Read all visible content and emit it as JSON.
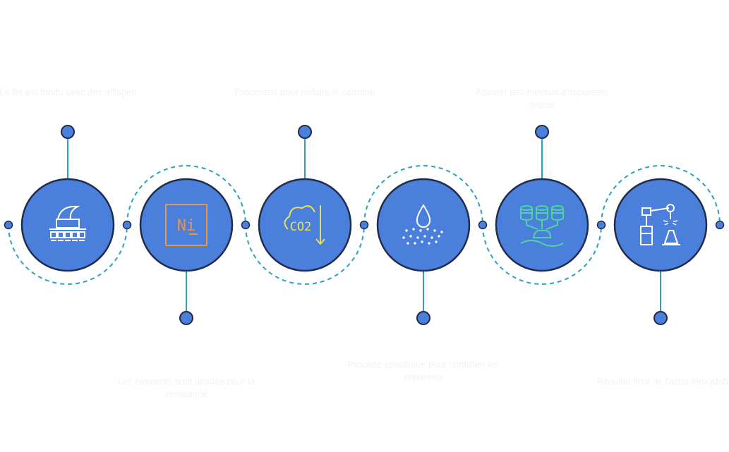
{
  "colors": {
    "circle_fill": "#4a7fdb",
    "circle_stroke": "#1f2d4a",
    "dot_fill": "#4a7fdb",
    "connector": "#2aa3b8",
    "dashed": "#2aa3b8",
    "icon_white": "#ffffff",
    "icon_orange": "#e8954a",
    "icon_yellow": "#e6e05a",
    "icon_green": "#4fd6a0"
  },
  "steps": [
    {
      "title": "Fusion de l'acier",
      "description": "Le fer est fondu avec des alliages",
      "position": "top",
      "icon": "furnace-icon"
    },
    {
      "title": "Introduction du Chrome et du Nickel",
      "description": "Les éléments sont ajoutés pour la résistance",
      "position": "bottom",
      "icon": "nickel-element-icon",
      "icon_text": "Ni"
    },
    {
      "title": "Initiation de la décarburation",
      "description": "Processus pour réduire le carbone",
      "position": "top",
      "icon": "co2-reduction-icon",
      "icon_text": "CO2"
    },
    {
      "title": "Procédé AOD",
      "description": "Procédé spécifique pour contrôler les impuretés",
      "position": "bottom",
      "icon": "droplet-spray-icon"
    },
    {
      "title": "Niveaux d'impuretés contrôlés",
      "description": "Assurer des niveaux d'impuretés précis",
      "position": "top",
      "icon": "impurity-control-icon"
    },
    {
      "title": "Acier inoxydable de haute qualité",
      "description": "Résultat final de l'acier inoxydable",
      "position": "bottom",
      "icon": "robot-arm-icon"
    }
  ]
}
